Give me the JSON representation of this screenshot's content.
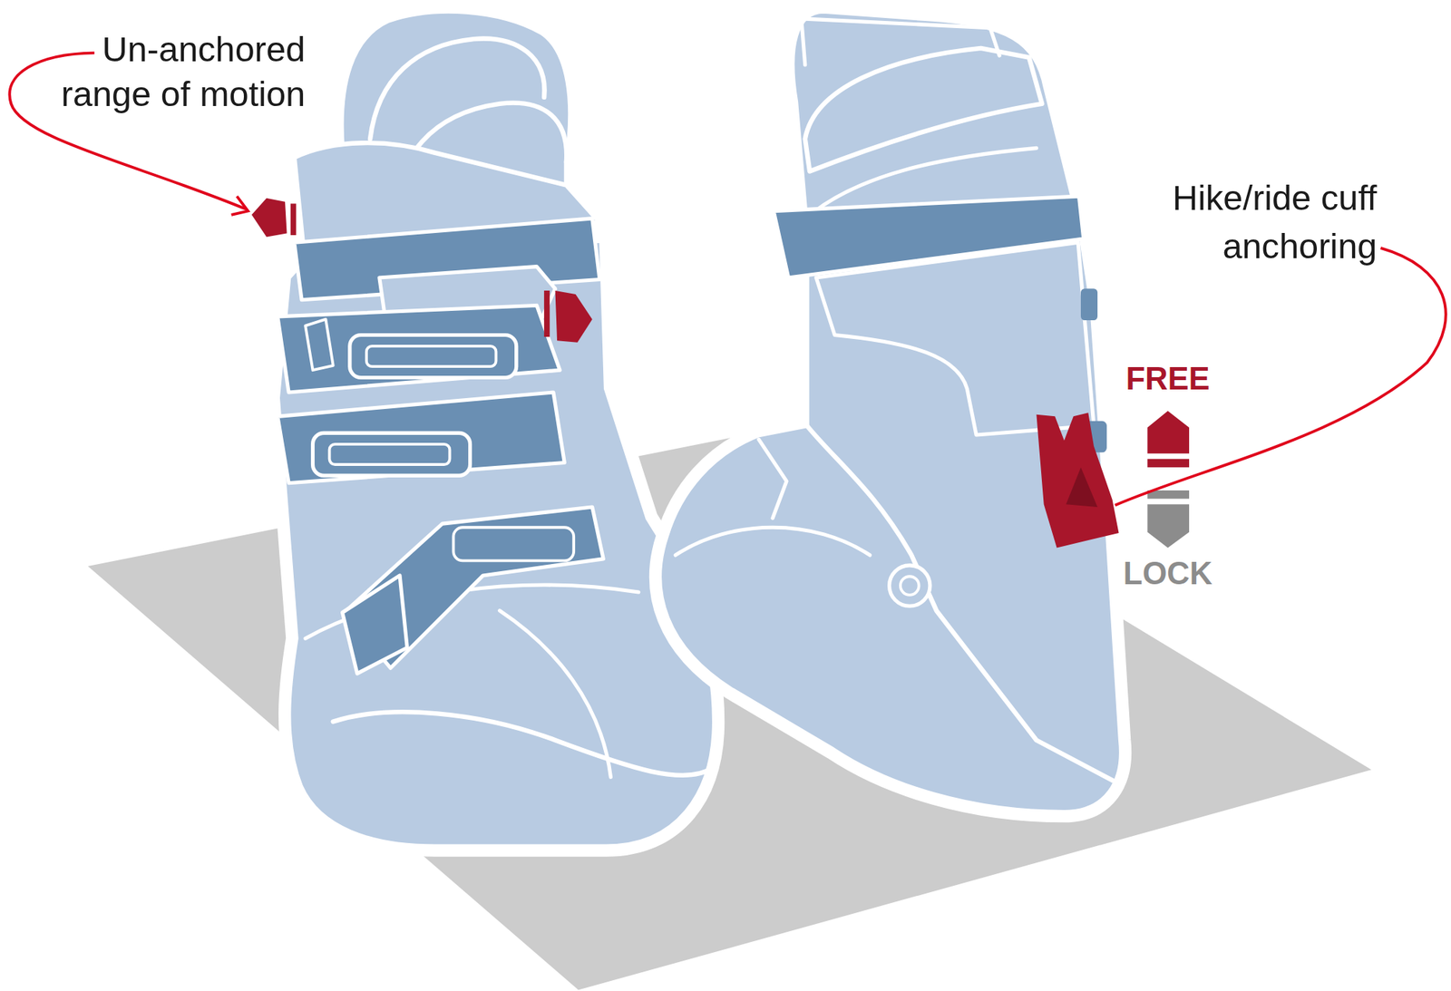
{
  "diagram": {
    "labels": [
      "Un-anchored range of motion",
      "Hike/ride cuff anchoring",
      "FREE",
      "LOCK"
    ]
  }
}
